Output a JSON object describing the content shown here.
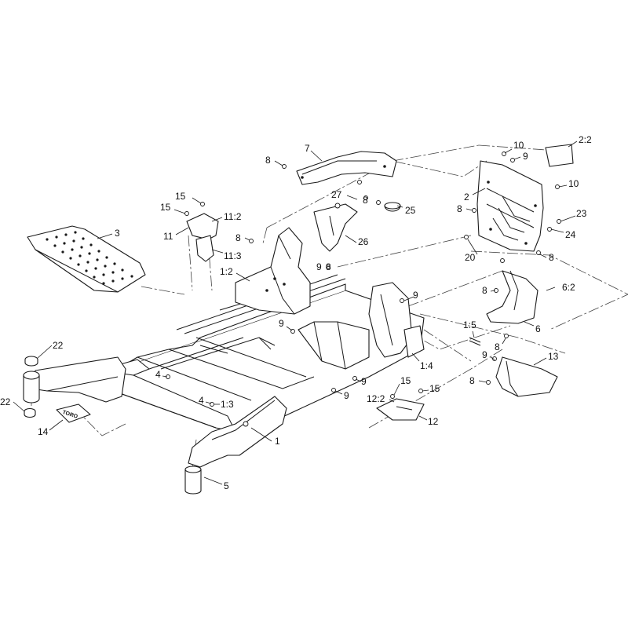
{
  "callouts": [
    {
      "id": "c7",
      "label": "7"
    },
    {
      "id": "c8a",
      "label": "8"
    },
    {
      "id": "c10a",
      "label": "10"
    },
    {
      "id": "c9a",
      "label": "9"
    },
    {
      "id": "c2_2",
      "label": "2:2"
    },
    {
      "id": "c2",
      "label": "2"
    },
    {
      "id": "c10b",
      "label": "10"
    },
    {
      "id": "c27",
      "label": "27"
    },
    {
      "id": "c8b",
      "label": "8"
    },
    {
      "id": "c25",
      "label": "25"
    },
    {
      "id": "c8c",
      "label": "8"
    },
    {
      "id": "c23",
      "label": "23"
    },
    {
      "id": "c24",
      "label": "24"
    },
    {
      "id": "c15a",
      "label": "15"
    },
    {
      "id": "c15b",
      "label": "15"
    },
    {
      "id": "c11_2",
      "label": "11:2"
    },
    {
      "id": "c11",
      "label": "11"
    },
    {
      "id": "c11_3",
      "label": "11:3"
    },
    {
      "id": "c3",
      "label": "3"
    },
    {
      "id": "c8d",
      "label": "8"
    },
    {
      "id": "c26",
      "label": "26"
    },
    {
      "id": "c9b",
      "label": "9"
    },
    {
      "id": "c8e",
      "label": "8"
    },
    {
      "id": "c20",
      "label": "20"
    },
    {
      "id": "c8f",
      "label": "8"
    },
    {
      "id": "c1_2",
      "label": "1:2"
    },
    {
      "id": "c8g",
      "label": "8"
    },
    {
      "id": "c6_2",
      "label": "6:2"
    },
    {
      "id": "c9c",
      "label": "9"
    },
    {
      "id": "c9d",
      "label": "9"
    },
    {
      "id": "c1_5",
      "label": "1:5"
    },
    {
      "id": "c6",
      "label": "6"
    },
    {
      "id": "c8h",
      "label": "8"
    },
    {
      "id": "c9e",
      "label": "9"
    },
    {
      "id": "c13",
      "label": "13"
    },
    {
      "id": "c1_4",
      "label": "1:4"
    },
    {
      "id": "c8i",
      "label": "8"
    },
    {
      "id": "c22a",
      "label": "22"
    },
    {
      "id": "c4a",
      "label": "4"
    },
    {
      "id": "c9f",
      "label": "9"
    },
    {
      "id": "c15c",
      "label": "15"
    },
    {
      "id": "c15d",
      "label": "15"
    },
    {
      "id": "c9g",
      "label": "9"
    },
    {
      "id": "c12_2",
      "label": "12:2"
    },
    {
      "id": "c4b",
      "label": "4"
    },
    {
      "id": "c1_3",
      "label": "1:3"
    },
    {
      "id": "c12",
      "label": "12"
    },
    {
      "id": "c22b",
      "label": "22"
    },
    {
      "id": "c14",
      "label": "14"
    },
    {
      "id": "c1",
      "label": "1"
    },
    {
      "id": "c5",
      "label": "5"
    }
  ],
  "decal": {
    "text": "TORO"
  }
}
